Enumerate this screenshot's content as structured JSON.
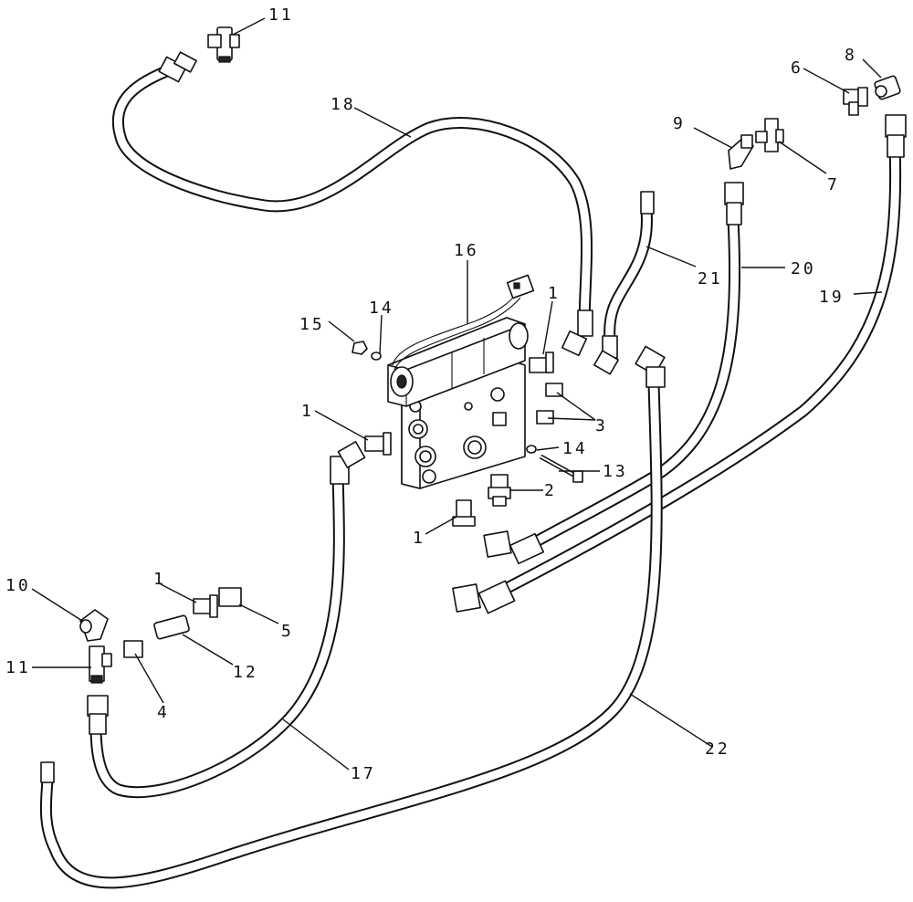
{
  "diagram": {
    "callouts": {
      "c1a": "1",
      "c1b": "1",
      "c1c": "1",
      "c1d": "1",
      "c2": "2",
      "c3": "3",
      "c4": "4",
      "c5": "5",
      "c6": "6",
      "c7": "7",
      "c8": "8",
      "c9": "9",
      "c10": "10",
      "c11a": "11",
      "c11b": "11",
      "c12": "12",
      "c13": "13",
      "c14a": "14",
      "c14b": "14",
      "c15": "15",
      "c16": "16",
      "c17": "17",
      "c18": "18",
      "c19": "19",
      "c20": "20",
      "c21": "21",
      "c22": "22"
    }
  }
}
